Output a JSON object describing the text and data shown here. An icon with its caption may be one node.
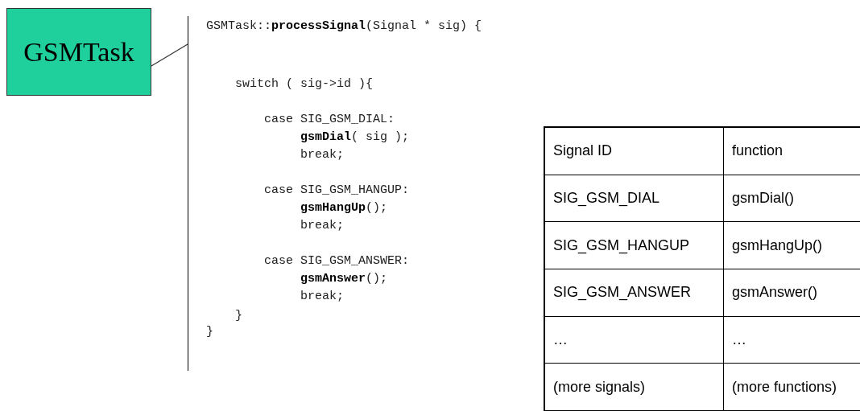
{
  "diagram": {
    "nodes": [
      {
        "text": [
          "GSMTask"
        ]
      },
      {
        "text": [
          "GSMTask::**processSignal**(Signal * sig) {",
          "switch ( sig->id ){",
          "case SIG_GSM_DIAL:",
          "**gsmDial**( sig );",
          "break;",
          "case SIG_GSM_HANGUP:",
          "**gsmHangUp**();",
          "break;",
          "case SIG_GSM_ANSWER:",
          "**gsmAnswer**();",
          "break;",
          "}",
          "}"
        ]
      }
    ],
    "edges": [
      {
        "from": 0,
        "to": 1,
        "arrow": "none"
      }
    ],
    "labels": [
      "Signal ID",
      "function",
      "SIG_GSM_DIAL",
      "gsmDial()",
      "SIG_GSM_HANGUP",
      "gsmHangUp()",
      "SIG_GSM_ANSWER",
      "gsmAnswer()",
      "…",
      "…",
      "(more signals)",
      "(more functions)"
    ]
  }
}
